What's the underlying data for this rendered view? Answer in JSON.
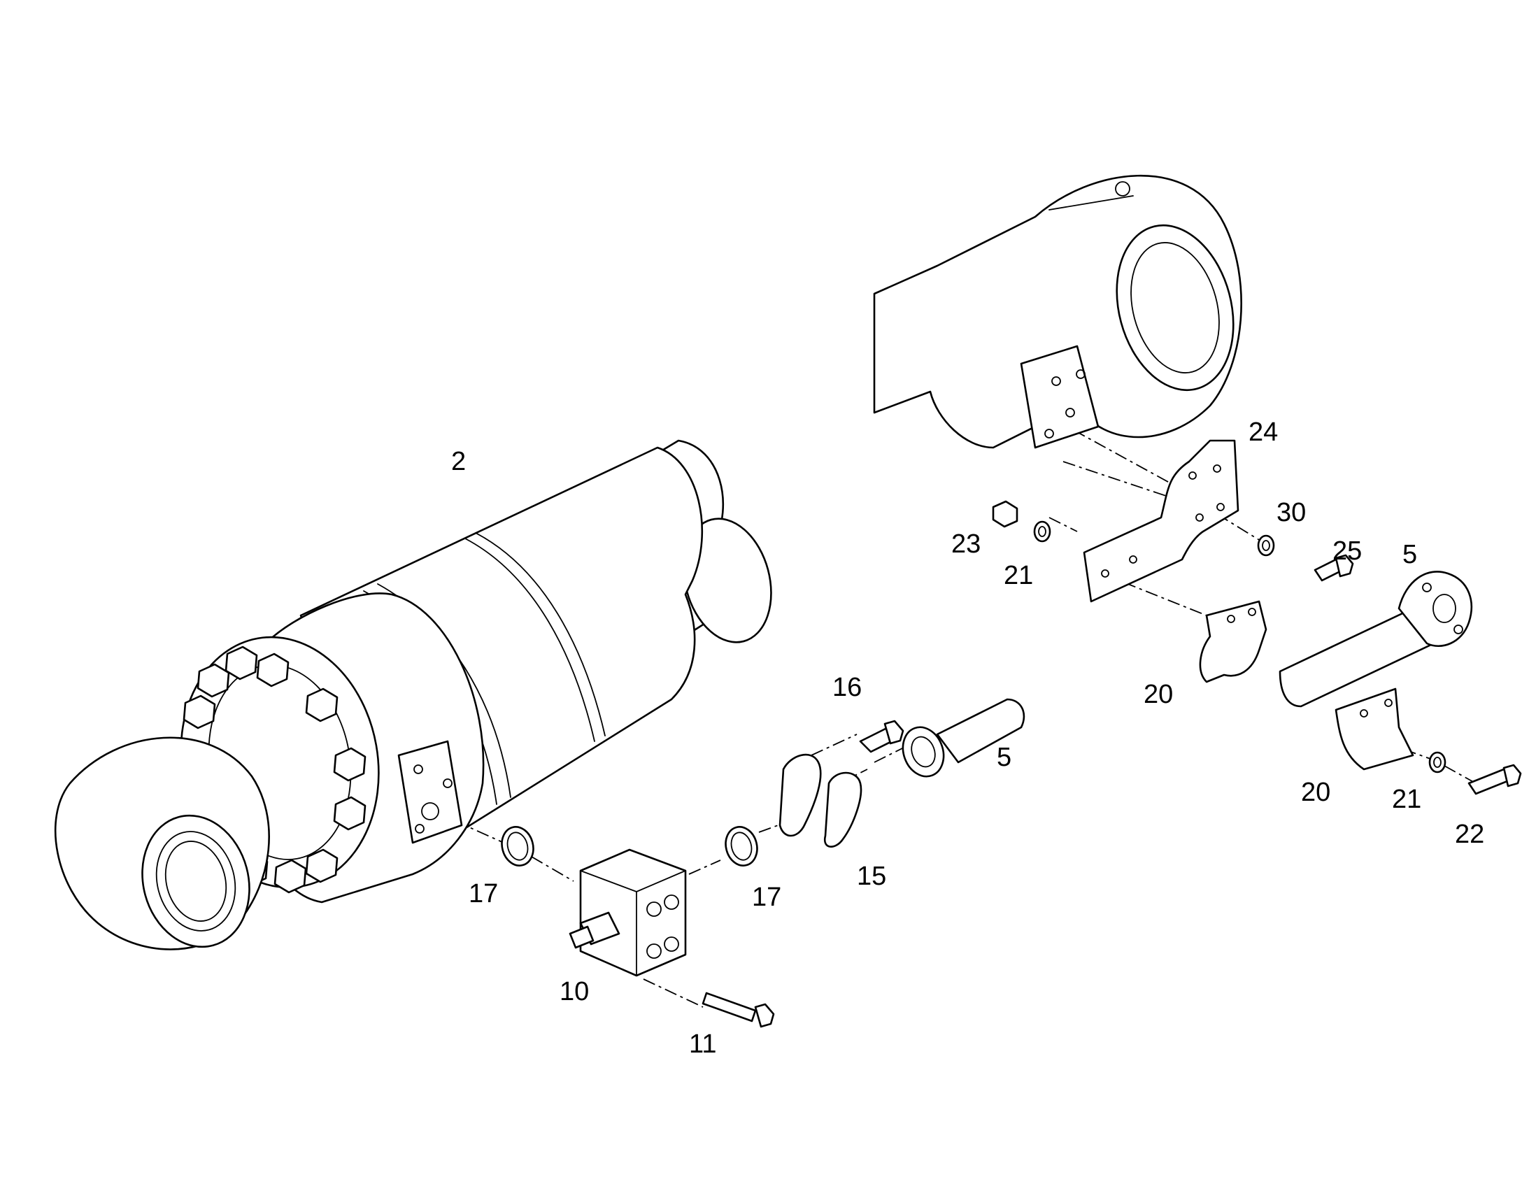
{
  "callouts": [
    {
      "id": "2",
      "text": "2"
    },
    {
      "id": "24",
      "text": "24"
    },
    {
      "id": "23",
      "text": "23"
    },
    {
      "id": "21a",
      "text": "21"
    },
    {
      "id": "30",
      "text": "30"
    },
    {
      "id": "25",
      "text": "25"
    },
    {
      "id": "5a",
      "text": "5"
    },
    {
      "id": "20a",
      "text": "20"
    },
    {
      "id": "16",
      "text": "16"
    },
    {
      "id": "5b",
      "text": "5"
    },
    {
      "id": "20b",
      "text": "20"
    },
    {
      "id": "21b",
      "text": "21"
    },
    {
      "id": "22",
      "text": "22"
    },
    {
      "id": "17a",
      "text": "17"
    },
    {
      "id": "17b",
      "text": "17"
    },
    {
      "id": "15",
      "text": "15"
    },
    {
      "id": "10",
      "text": "10"
    },
    {
      "id": "11",
      "text": "11"
    }
  ]
}
